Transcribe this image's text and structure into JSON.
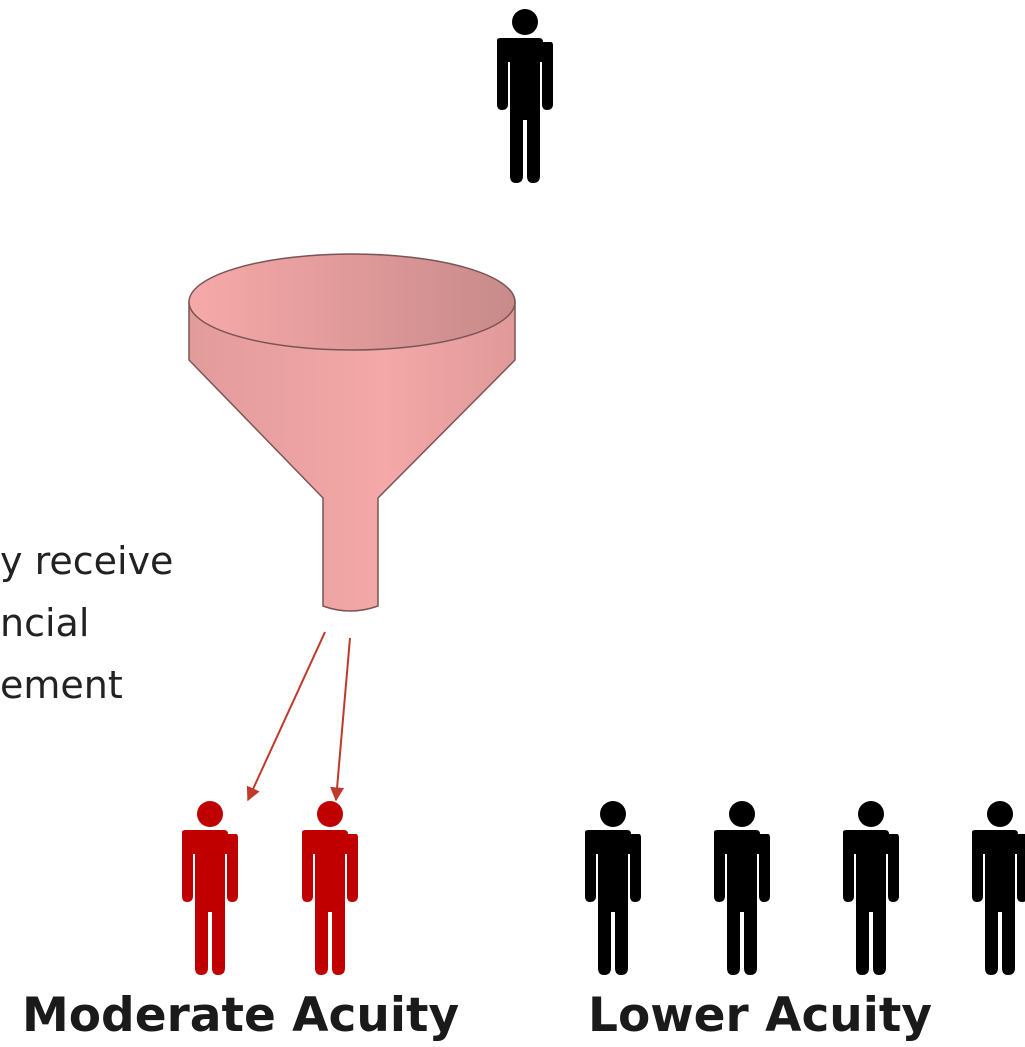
{
  "side_text": {
    "lines": [
      "y receive",
      "ncial",
      "ement"
    ]
  },
  "groups": {
    "moderate": {
      "label": "Moderate Acuity",
      "count": 2,
      "color": "#c00000"
    },
    "lower": {
      "label": "Lower Acuity",
      "count": 4,
      "color": "#000000"
    }
  },
  "incoming_person": {
    "color": "#000000"
  },
  "funnel": {
    "color": "#f4a6a6",
    "outline": "#7a5555"
  },
  "arrows": {
    "color": "#c0392b",
    "count": 2
  }
}
